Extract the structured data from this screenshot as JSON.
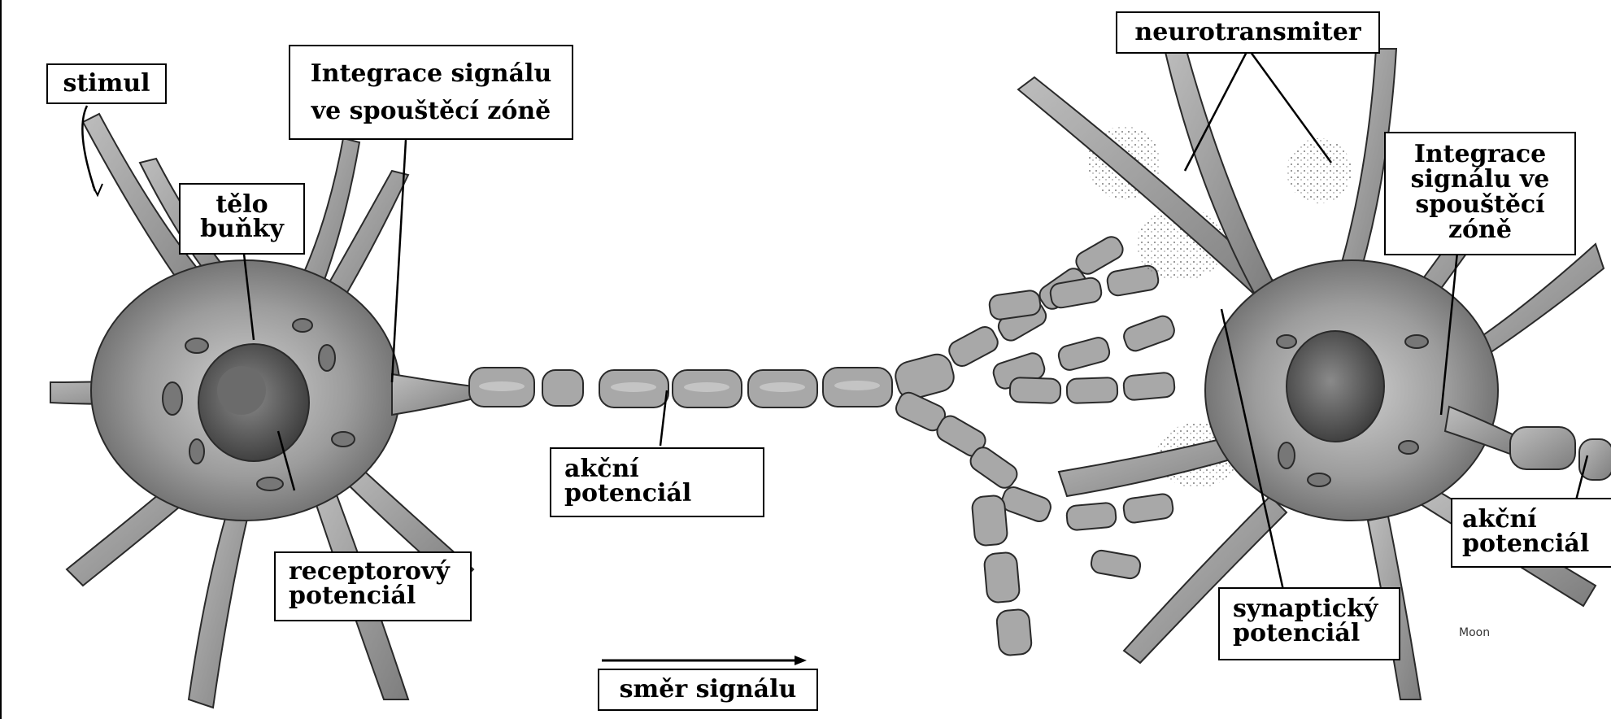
{
  "labels": {
    "stimul": "stimul",
    "integrace_left": [
      "Integrace signálu",
      "ve spouštěcí zóně"
    ],
    "telo_bunky": [
      "tělo",
      "buňky"
    ],
    "receptorovy": [
      "receptorový",
      "potenciál"
    ],
    "akcni_mid": [
      "akční",
      "potenciál"
    ],
    "smer_signalu": "směr signálu",
    "neurotransmiter": "neurotransmiter",
    "integrace_right": [
      "Integrace",
      "signálu ve",
      "spouštěcí",
      "zóně"
    ],
    "synapticky": [
      "synaptický",
      "potenciál"
    ],
    "akcni_right": [
      "akční",
      "potenciál"
    ]
  },
  "signature": "Moon",
  "colors": {
    "ink": "#2a2a2a",
    "cell_fill": "#9a9a9a",
    "label_border": "#000000"
  }
}
